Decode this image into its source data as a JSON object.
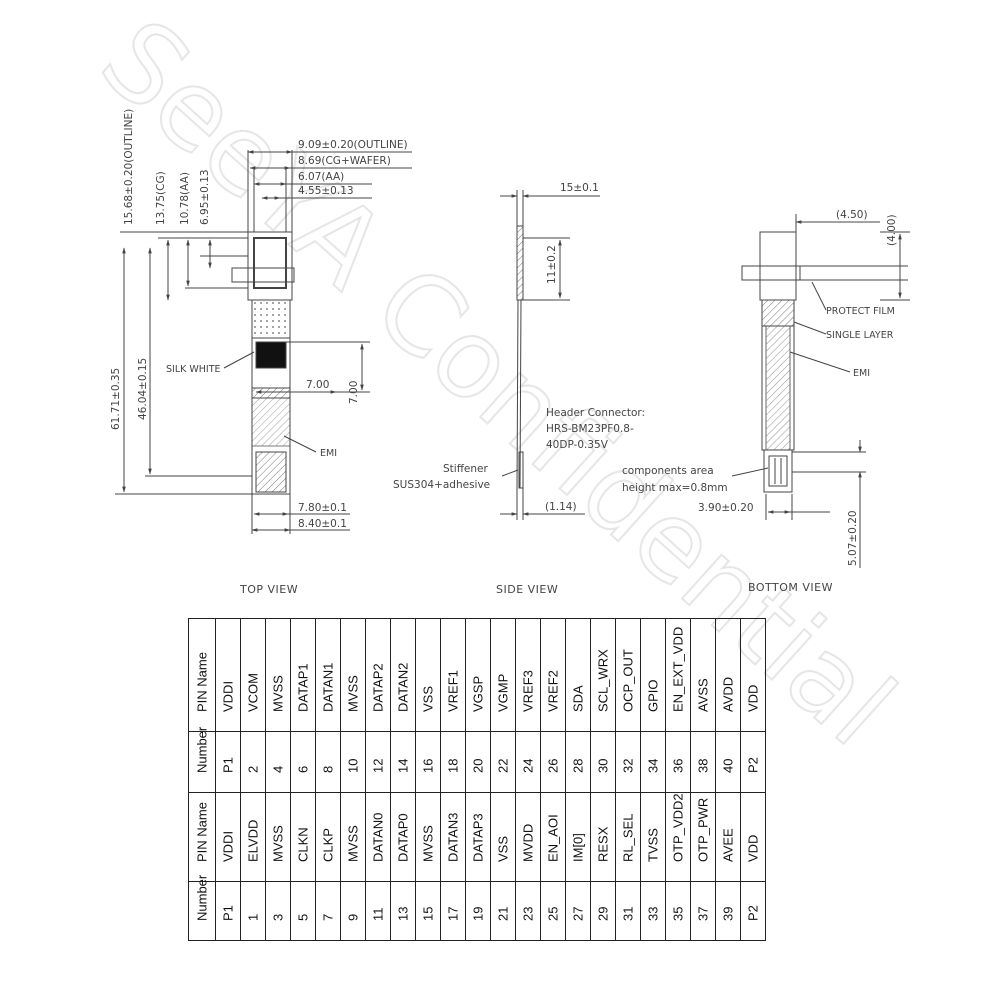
{
  "top_view": {
    "caption": "TOP VIEW",
    "dims": {
      "outline_w": "9.09±0.20(OUTLINE)",
      "cg_wafer": "8.69(CG+WAFER)",
      "aa_w": "6.07(AA)",
      "w_455": "4.55±0.13",
      "outline_h": "15.68±0.20(OUTLINE)",
      "cg_h": "13.75(CG)",
      "aa_h": "10.78(AA)",
      "h_695": "6.95±0.13",
      "h_6171": "61.71±0.35",
      "h_4604": "46.04±0.15",
      "w_700": "7.00",
      "h_700": "7.00",
      "w_780": "7.80±0.1",
      "w_840": "8.40±0.1"
    },
    "labels": {
      "silk": "SILK WHITE",
      "emi": "EMI"
    }
  },
  "side_view": {
    "caption": "SIDE VIEW",
    "dims": {
      "t_15": "15±0.1",
      "h_11": "11±0.2",
      "w_114": "(1.14)"
    },
    "labels": {
      "header1": "Header Connector:",
      "header2": "HRS-BM23PF0.8-",
      "header3": "40DP-0.35V",
      "stiff1": "Stiffener",
      "stiff2": "SUS304+adhesive"
    }
  },
  "bottom_view": {
    "caption": "BOTTOM VIEW",
    "dims": {
      "w_450": "(4.50)",
      "h_400": "(4.00)",
      "w_390": "3.90±0.20",
      "h_507": "5.07±0.20"
    },
    "labels": {
      "protect": "PROTECT FILM",
      "single": "SINGLE LAYER",
      "emi": "EMI",
      "comp1": "components area",
      "comp2": "height max=0.8mm"
    }
  },
  "watermark": "SeeYA Confidential",
  "pin_table": {
    "header_name": "PIN Name",
    "header_number": "Number",
    "row1_names": [
      "VDDI",
      "VCOM",
      "MVSS",
      "DATAP1",
      "DATAN1",
      "MVSS",
      "DATAP2",
      "DATAN2",
      "VSS",
      "VREF1",
      "VGSP",
      "VGMP",
      "VREF3",
      "VREF2",
      "SDA",
      "SCL_WRX",
      "OCP_OUT",
      "GPIO",
      "EN_EXT_VDD",
      "AVSS",
      "AVDD",
      "VDD"
    ],
    "row1_numbers": [
      "P1",
      "2",
      "4",
      "6",
      "8",
      "10",
      "12",
      "14",
      "16",
      "18",
      "20",
      "22",
      "24",
      "26",
      "28",
      "30",
      "32",
      "34",
      "36",
      "38",
      "40",
      "P2"
    ],
    "row2_names": [
      "VDDI",
      "ELVDD",
      "MVSS",
      "CLKN",
      "CLKP",
      "MVSS",
      "DATAN0",
      "DATAP0",
      "MVSS",
      "DATAN3",
      "DATAP3",
      "VSS",
      "MVDD",
      "EN_AOI",
      "IM[0]",
      "RESX",
      "RL_SEL",
      "TVSS",
      "OTP_VDD2",
      "OTP_PWR",
      "AVEE",
      "VDD"
    ],
    "row2_numbers": [
      "P1",
      "1",
      "3",
      "5",
      "7",
      "9",
      "11",
      "13",
      "15",
      "17",
      "19",
      "21",
      "23",
      "25",
      "27",
      "29",
      "31",
      "33",
      "35",
      "37",
      "39",
      "P2"
    ]
  }
}
